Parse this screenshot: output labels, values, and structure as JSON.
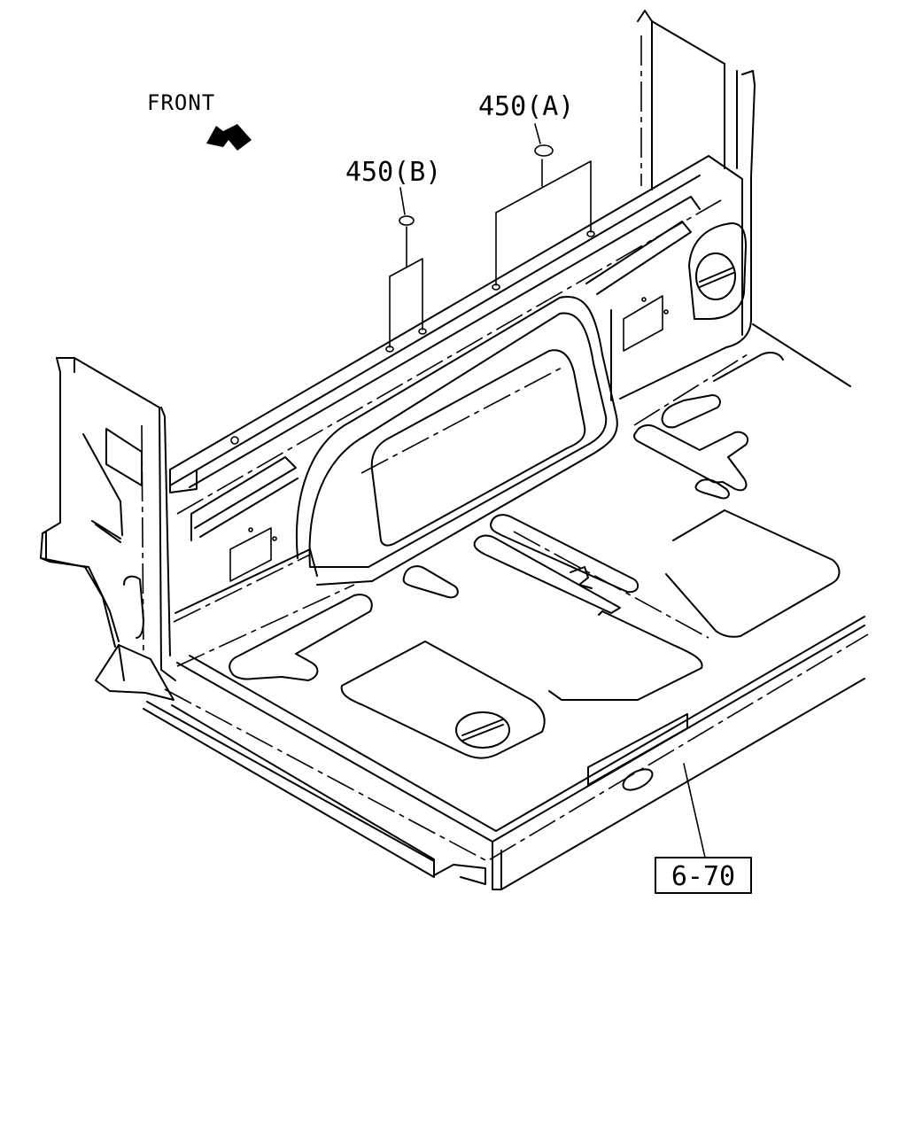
{
  "orientation": {
    "label": "FRONT",
    "icon": "front-arrow-icon"
  },
  "callouts": {
    "part_a": "450(A)",
    "part_b": "450(B)",
    "reference": "6-70"
  },
  "colors": {
    "line": "#000000",
    "background": "#ffffff"
  }
}
